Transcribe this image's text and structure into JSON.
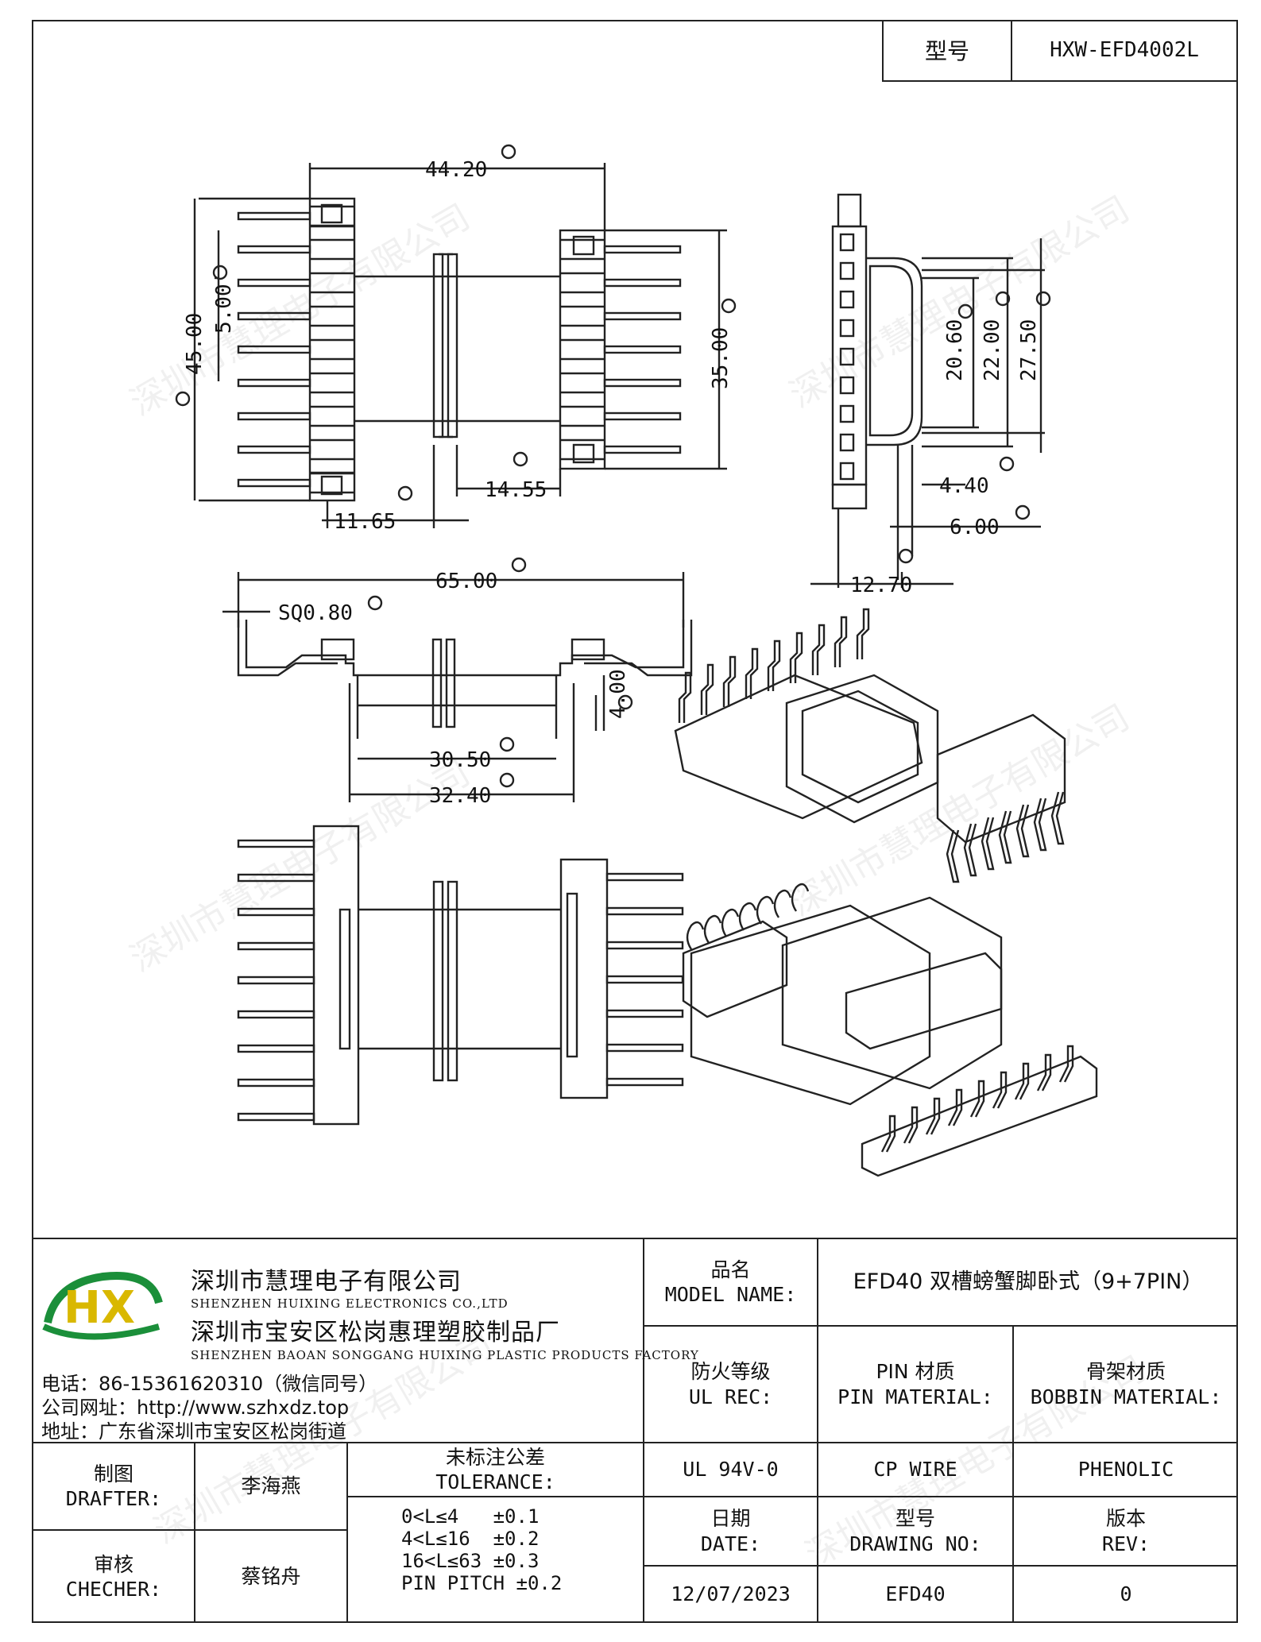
{
  "header": {
    "model_label": "型号",
    "model_value": "HXW-EFD4002L"
  },
  "watermark": "深圳市慧理电子有限公司",
  "dimensions": {
    "d44_20": "44.20",
    "d45_00": "45.00",
    "d5_00": "5.00",
    "d35_00": "35.00",
    "d11_65": "11.65",
    "d14_55": "14.55",
    "d20_60": "20.60",
    "d22_00": "22.00",
    "d27_50": "27.50",
    "d4_40": "4.40",
    "d6_00": "6.00",
    "d12_70": "12.70",
    "d65_00": "65.00",
    "sq0_80": "SQ0.80",
    "d4_00": "4.00",
    "d30_50": "30.50",
    "d32_40": "32.40"
  },
  "company": {
    "logo_letters": "HX",
    "name_cn": "深圳市慧理电子有限公司",
    "name_en": "SHENZHEN HUIXING ELECTRONICS CO.,LTD",
    "factory_cn": "深圳市宝安区松岗惠理塑胶制品厂",
    "factory_en": "SHENZHEN BAOAN SONGGANG HUIXING PLASTIC PRODUCTS FACTORY",
    "phone": "电话：86-15361620310（微信同号）",
    "website": "公司网址：http://www.szhxdz.top",
    "address": "地址：广东省深圳市宝安区松岗街道"
  },
  "title_block": {
    "product_name_label_cn": "品名",
    "product_name_label_en": "MODEL NAME:",
    "product_name_value": "EFD40 双槽螃蟹脚卧式（9+7PIN）",
    "fire_label_cn": "防火等级",
    "fire_label_en": "UL REC:",
    "pin_label_cn": "PIN 材质",
    "pin_label_en": "PIN MATERIAL:",
    "bobbin_label_cn": "骨架材质",
    "bobbin_label_en": "BOBBIN MATERIAL:",
    "fire_value": "UL 94V-0",
    "pin_value": "CP WIRE",
    "bobbin_value": "PHENOLIC",
    "drafter_label_cn": "制图",
    "drafter_label_en": "DRAFTER:",
    "drafter_name": "李海燕",
    "checker_label_cn": "审核",
    "checker_label_en": "CHECHER:",
    "checker_name": "蔡铭舟",
    "tolerance_label_cn": "未标注公差",
    "tolerance_label_en": "TOLERANCE:",
    "tolerance_lines": [
      "0<L≤4   ±0.1",
      "4<L≤16  ±0.2",
      "16<L≤63 ±0.3",
      "PIN PITCH ±0.2"
    ],
    "date_label_cn": "日期",
    "date_label_en": "DATE:",
    "drawing_label_cn": "型号",
    "drawing_label_en": "DRAWING NO:",
    "rev_label_cn": "版本",
    "rev_label_en": "REV:",
    "date_value": "12/07/2023",
    "drawing_value": "EFD40",
    "rev_value": "0"
  }
}
